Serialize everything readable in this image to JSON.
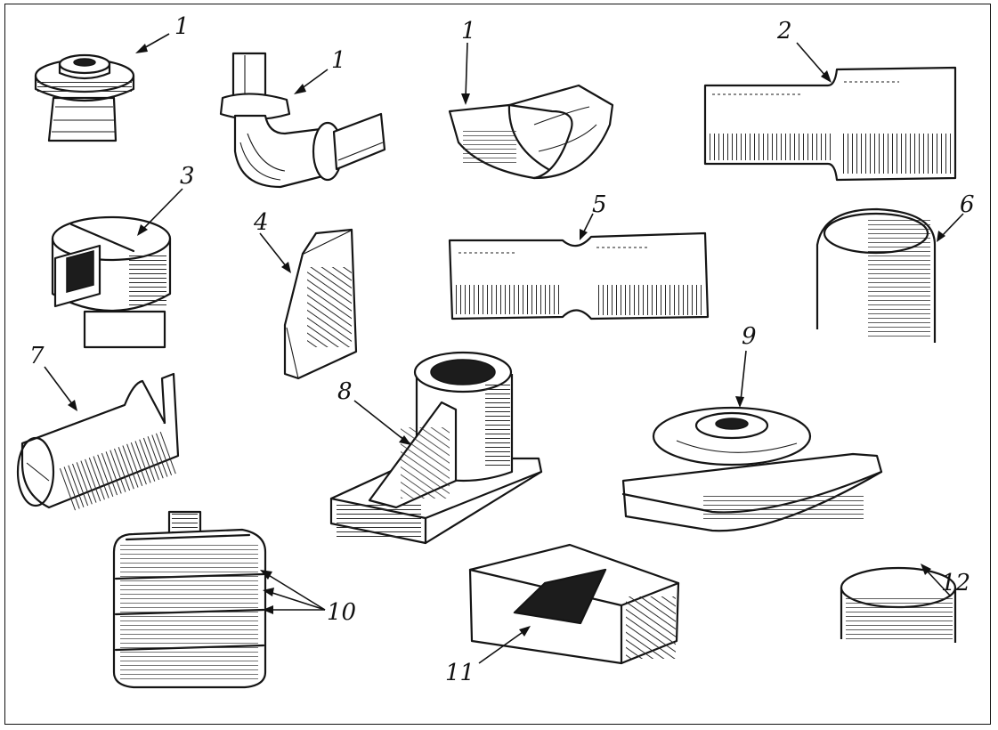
{
  "labels": {
    "l1a": "1",
    "l1b": "1",
    "l1c": "1",
    "l2": "2",
    "l3": "3",
    "l4": "4",
    "l5": "5",
    "l6": "6",
    "l7": "7",
    "l8": "8",
    "l9": "9",
    "l10": "10",
    "l11": "11",
    "l12": "12"
  },
  "colors": {
    "ink": "#151515",
    "paper": "#ffffff"
  }
}
